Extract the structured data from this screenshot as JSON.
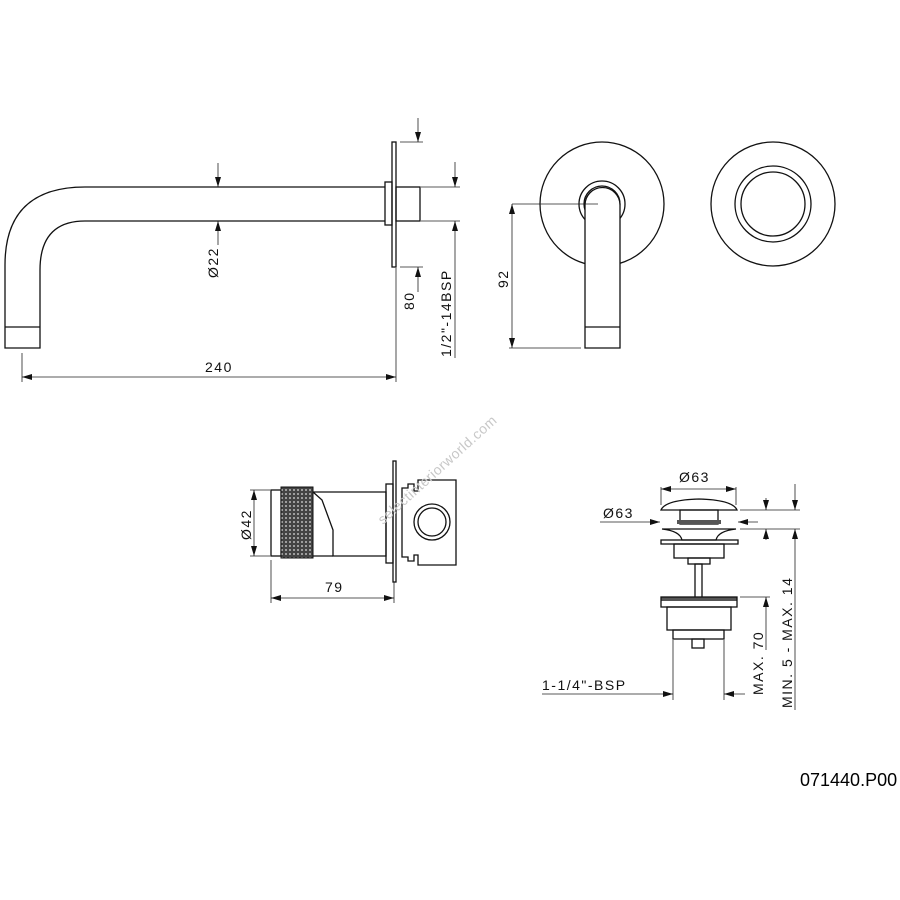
{
  "drawing": {
    "code": "071440.P00",
    "watermark": "selectinteriorworld.com",
    "spout_side": {
      "diameter": "Ø22",
      "length": "240",
      "plate_offset": "80",
      "thread": "1/2\"-14BSP"
    },
    "spout_front": {
      "height": "92"
    },
    "mixer": {
      "diameter": "Ø42",
      "depth": "79"
    },
    "waste": {
      "cap_diameter": "Ø63",
      "flange_diameter": "Ø63",
      "thread": "1-1/4\"-BSP",
      "max_length": "MAX. 70",
      "thickness_range": "MIN. 5 - MAX. 14"
    }
  }
}
